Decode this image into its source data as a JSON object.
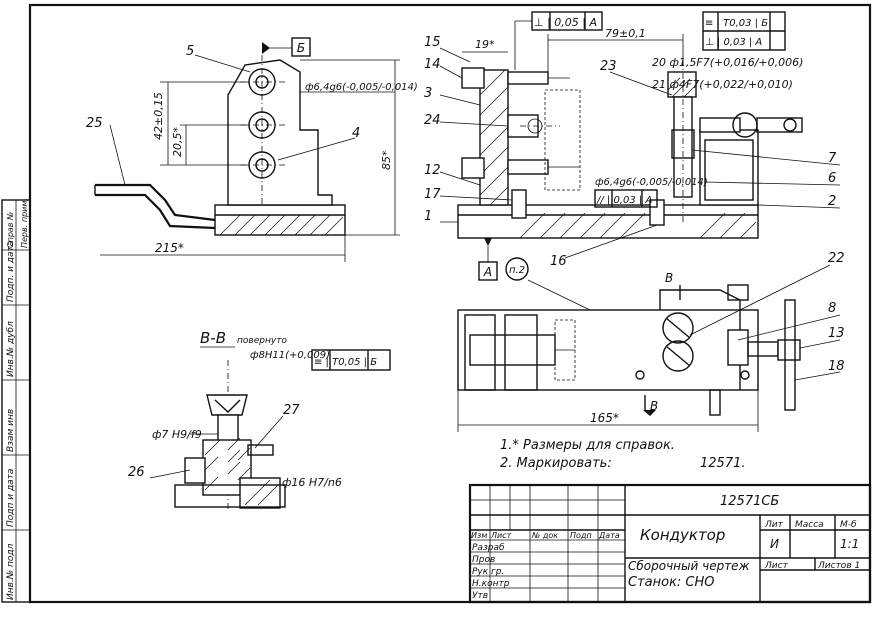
{
  "callouts": {
    "c1": "1",
    "c2": "2",
    "c3": "3",
    "c4": "4",
    "c5": "5",
    "c6": "6",
    "c7": "7",
    "c8": "8",
    "c12": "12",
    "c13": "13",
    "c14": "14",
    "c15": "15",
    "c16": "16",
    "c17": "17",
    "c18": "18",
    "c22": "22",
    "c23": "23",
    "c24": "24",
    "c25": "25",
    "c26": "26",
    "c27": "27"
  },
  "dims": {
    "d_42": "42±0,15",
    "d_205": "20,5*",
    "d_215": "215*",
    "d_85": "85*",
    "d_19": "19*",
    "d_79": "79±0,1",
    "d_165": "165*",
    "d_phi64_top": "ф6,4g6(-0,005/-0,014)",
    "d_phi64_mid": "ф6,4g6(-0,005/-0,014)",
    "d_phi15": "20  ф1,5F7(+0,016/+0,006)",
    "d_phi4": "21  ф4F7(+0,022/+0,010)",
    "d_phi8": "ф8H11(+0,009)",
    "d_phi7": "ф7 H9/f9",
    "d_phi16": "ф16 H7/n6"
  },
  "tolerances": {
    "t_perp_top": "⊥ | 0,05 | A",
    "t_sym_right": "≡ | T0,03 | Б",
    "t_perp_right": "⊥ | 0,03 | A",
    "t_par": "// | 0,03 | A",
    "t_sym_bb": "≡ | T0,05 | Б"
  },
  "datums": {
    "a": "А",
    "b": "Б",
    "b_top": "Б"
  },
  "section": {
    "label": "В-В",
    "sub": "повернуто",
    "arrow_label": "В"
  },
  "view_circle": "п.2",
  "notes": {
    "n1": "1.* Размеры для справок.",
    "n2": "2. Маркировать:",
    "n2_code": "12571."
  },
  "title_block": {
    "doc_code": "12571СБ",
    "name": "Кондуктор",
    "subtitle": "Сборочный чертеж",
    "machine": "Станок: СНО",
    "lit_header": "Лит",
    "mass_header": "Масса",
    "scale_header": "М-б",
    "lit_value": "И",
    "scale_value": "1:1",
    "sheet_label": "Лист",
    "sheets_label": "Листов 1",
    "col_izm": "Изм",
    "col_list": "Лист",
    "col_doc": "№ док",
    "col_sign": "Подп",
    "col_date": "Дата",
    "razrab": "Разраб",
    "prov": "Пров",
    "ruk": "Рук гр.",
    "nkontr": "Н.контр",
    "utv": "Утв"
  },
  "side_strip": {
    "s1": "Инв.№ подл",
    "s2": "Подп и дата",
    "s3": "Взам инв",
    "s4": "Инв.№ дубл",
    "s5": "Подп. и дата",
    "s6": "Справ №",
    "s7": "Перв. прим."
  }
}
